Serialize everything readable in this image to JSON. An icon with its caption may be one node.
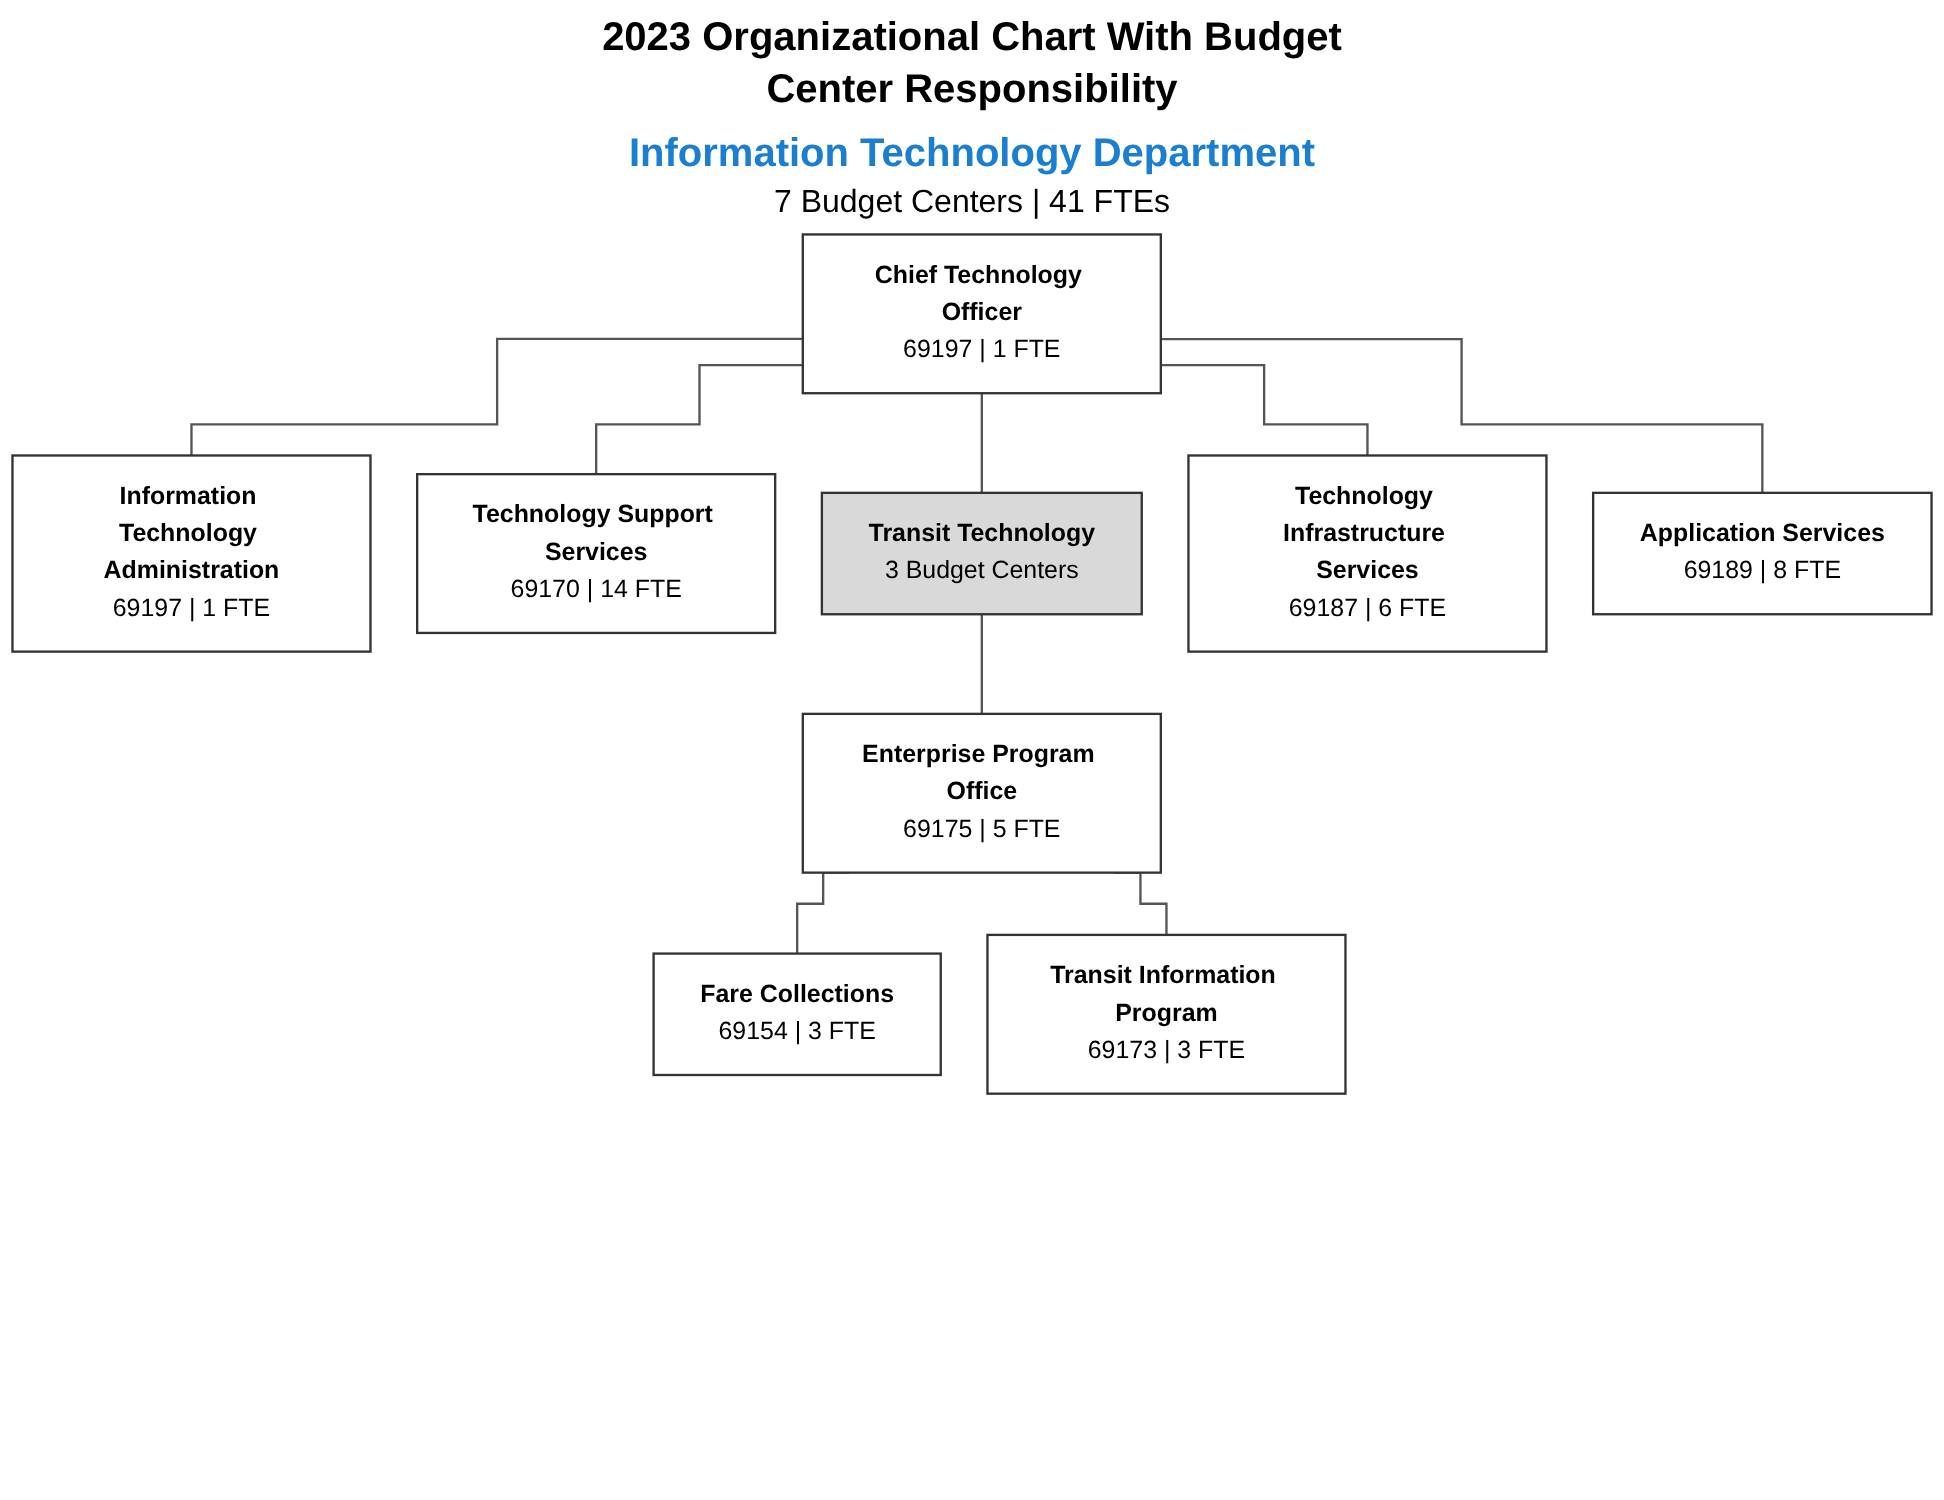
{
  "diagram": {
    "title": "2023 Organizational Chart With Budget Center Responsibility",
    "nodes": [
      {
        "text": [
          "Chief Technology Officer",
          "69197 | 1 FTE"
        ]
      },
      {
        "text": [
          "Information Technology Administration",
          "69197 | 1 FTE"
        ]
      },
      {
        "text": [
          "Technology Support Services",
          "69170 | 14 FTE"
        ]
      },
      {
        "text": [
          "Transit Technology",
          "3 Budget Centers"
        ]
      },
      {
        "text": [
          "Technology Infrastructure Services",
          "69187 | 6 FTE"
        ]
      },
      {
        "text": [
          "Application Services",
          "69189 | 8 FTE"
        ]
      },
      {
        "text": [
          "Enterprise Program Office",
          "69175 | 5 FTE"
        ]
      },
      {
        "text": [
          "Fare Collections",
          "69154 | 3 FTE"
        ]
      },
      {
        "text": [
          "Transit Information Program",
          "69173 | 3 FTE"
        ]
      }
    ],
    "edges": [
      {
        "from": 0,
        "to": 1,
        "arrow": "none"
      },
      {
        "from": 0,
        "to": 2,
        "arrow": "none"
      },
      {
        "from": 0,
        "to": 3,
        "arrow": "none"
      },
      {
        "from": 0,
        "to": 4,
        "arrow": "none"
      },
      {
        "from": 0,
        "to": 5,
        "arrow": "none"
      },
      {
        "from": 3,
        "to": 6,
        "arrow": "none"
      },
      {
        "from": 6,
        "to": 7,
        "arrow": "none"
      },
      {
        "from": 6,
        "to": 8,
        "arrow": "none"
      }
    ],
    "labels": [
      "Information Technology Department",
      "7 Budget Centers | 41 FTEs"
    ]
  }
}
